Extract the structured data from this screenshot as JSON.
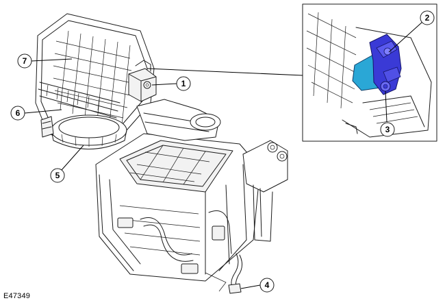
{
  "diagram": {
    "reference_code": "E47349",
    "callouts": [
      {
        "id": "1",
        "label": "1"
      },
      {
        "id": "2",
        "label": "2"
      },
      {
        "id": "3",
        "label": "3"
      },
      {
        "id": "4",
        "label": "4"
      },
      {
        "id": "5",
        "label": "5"
      },
      {
        "id": "6",
        "label": "6"
      },
      {
        "id": "7",
        "label": "7"
      }
    ]
  }
}
